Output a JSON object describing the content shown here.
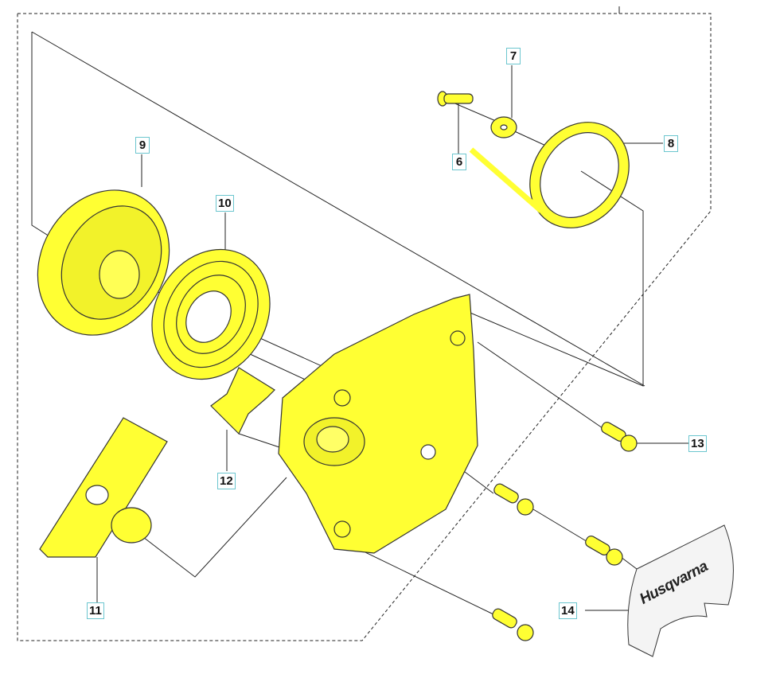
{
  "diagram": {
    "callouts": [
      {
        "id": "6",
        "label": "6"
      },
      {
        "id": "7",
        "label": "7"
      },
      {
        "id": "8",
        "label": "8"
      },
      {
        "id": "9",
        "label": "9"
      },
      {
        "id": "10",
        "label": "10"
      },
      {
        "id": "11",
        "label": "11"
      },
      {
        "id": "12",
        "label": "12"
      },
      {
        "id": "13",
        "label": "13"
      },
      {
        "id": "14",
        "label": "14"
      }
    ],
    "decal_text": "Husqvarna",
    "colors": {
      "part": "#ffff33",
      "outline": "#333333",
      "callout_border": "#6cc6cf"
    }
  }
}
